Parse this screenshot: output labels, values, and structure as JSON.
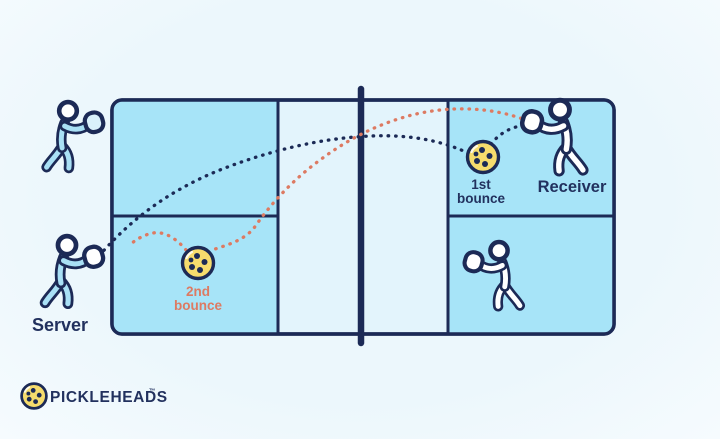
{
  "diagram": {
    "type": "pickleball-two-bounce-rule-court-diagram",
    "labels": {
      "server": "Server",
      "receiver": "Receiver",
      "first_bounce": [
        "1st",
        "bounce"
      ],
      "second_bounce": [
        "2nd",
        "bounce"
      ]
    },
    "logo": {
      "brand": "PICKLEHEADS",
      "trademark": "™"
    },
    "players": [
      {
        "role": "server",
        "label": "Server",
        "position": "outside-left-baseline-bottom",
        "fill": "light-blue"
      },
      {
        "role": "server-partner",
        "label": "",
        "position": "outside-left-baseline-top",
        "fill": "light-blue"
      },
      {
        "role": "receiver",
        "label": "Receiver",
        "position": "right-service-box-top",
        "fill": "white"
      },
      {
        "role": "receiver-partner",
        "label": "",
        "position": "right-service-box-bottom",
        "fill": "white"
      }
    ],
    "trajectories": [
      {
        "name": "serve",
        "color_key": "line_navy",
        "from": "server-paddle",
        "to": "first-bounce"
      },
      {
        "name": "first-bounce-rebound",
        "color_key": "line_navy",
        "from": "first-bounce",
        "to": "receiver-paddle"
      },
      {
        "name": "return",
        "color_key": "coral",
        "from": "receiver-paddle",
        "to": "second-bounce"
      },
      {
        "name": "second-bounce-rebound",
        "color_key": "coral",
        "from": "second-bounce",
        "to": "toward-server"
      }
    ],
    "balls": [
      {
        "name": "first-bounce-ball",
        "label": "1st bounce",
        "court_area": "right-service-box-top"
      },
      {
        "name": "second-bounce-ball",
        "label": "2nd bounce",
        "court_area": "left-service-box-bottom"
      }
    ],
    "colors": {
      "background": "#ecf7fc",
      "court_fill": "#a7e4f8",
      "kitchen_fill": "#e3f4fc",
      "line_navy": "#1c2a56",
      "text_navy": "#22315e",
      "coral": "#dd7a62",
      "ball_yellow": "#f6dc6d",
      "white": "#ffffff",
      "player_fill_blue": "#a9e0f5"
    }
  }
}
